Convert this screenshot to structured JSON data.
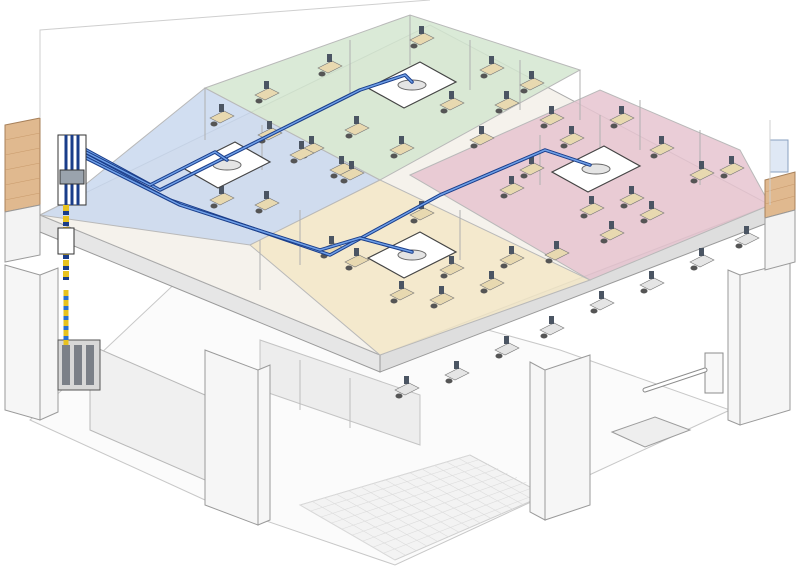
{
  "colors": {
    "zone_blue": "#c9d8ee",
    "zone_green": "#d3e6d0",
    "zone_pink": "#e6c4d0",
    "zone_yellow": "#f3e8c8",
    "floor_plate": "#f5f2ec",
    "structure": "#f2f2f2",
    "structure_edge": "#9a9a9a",
    "cable": "#2a6fd1",
    "cable_dark": "#1a3d8a",
    "brick": "#e0b98f",
    "riser_yellow": "#e8c21e",
    "equipment_dark": "#6b7280"
  },
  "zones": [
    {
      "name": "zone-blue",
      "color_key": "zone_blue"
    },
    {
      "name": "zone-green",
      "color_key": "zone_green"
    },
    {
      "name": "zone-pink",
      "color_key": "zone_pink"
    },
    {
      "name": "zone-yellow",
      "color_key": "zone_yellow"
    }
  ],
  "ceiling_units": [
    {
      "name": "ceiling-unit-green"
    },
    {
      "name": "ceiling-unit-blue"
    },
    {
      "name": "ceiling-unit-pink"
    },
    {
      "name": "ceiling-unit-yellow"
    }
  ]
}
